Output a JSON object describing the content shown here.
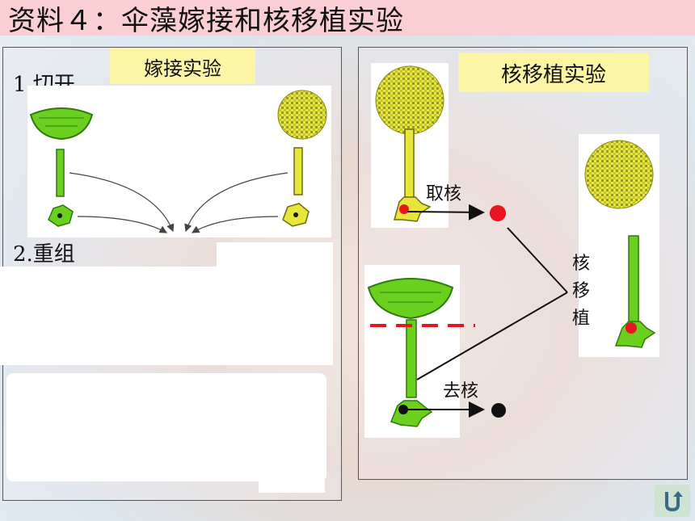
{
  "title": "资料４：伞藻嫁接和核移植实验",
  "graft": {
    "label": "嫁接实验",
    "step1": "1.切开",
    "step2": "2.重组"
  },
  "transplant": {
    "label": "核移植实验",
    "take_nucleus": "取核",
    "remove_nucleus": "去核",
    "transplant_chars": [
      "核",
      "移",
      "植"
    ]
  },
  "colors": {
    "green": "#6bcf1f",
    "yellow": "#e8e63a",
    "nucleus_red": "#e8141e",
    "label_bg": "#fdf5a6",
    "title_bg": "#f9cfd4"
  },
  "nav": {
    "icon": "return-arrow-icon"
  }
}
